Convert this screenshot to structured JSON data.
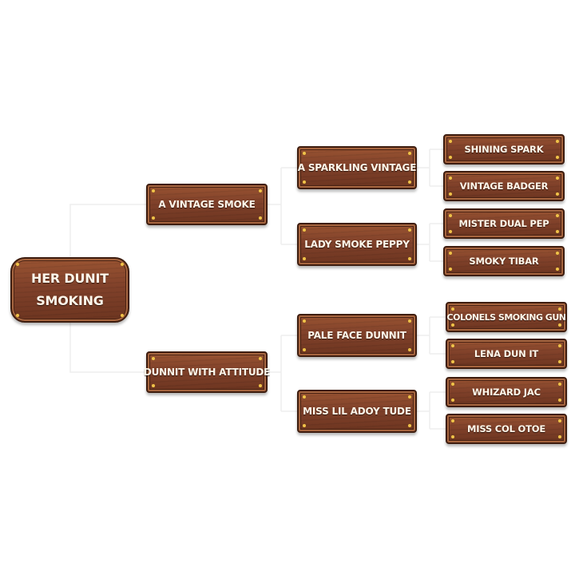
{
  "pedigree": {
    "subject": "HER DUNIT SMOKING",
    "sire": {
      "name": "A VINTAGE SMOKE",
      "sire": {
        "name": "A SPARKLING VINTAGE",
        "sire": "SHINING SPARK",
        "dam": "VINTAGE BADGER"
      },
      "dam": {
        "name": "LADY SMOKE PEPPY",
        "sire": "MISTER DUAL PEP",
        "dam": "SMOKY TIBAR"
      }
    },
    "dam": {
      "name": "DUNNIT WITH ATTITUDE",
      "sire": {
        "name": "PALE  FACE DUNNIT",
        "sire": "COLONELS SMOKING GUN",
        "dam": "LENA DUN IT"
      },
      "dam": {
        "name": "MISS LIL ADOY TUDE",
        "sire": "WHIZARD JAC",
        "dam": "MISS COL OTOE"
      }
    }
  },
  "colors": {
    "wood": "#80412a",
    "wood_dark": "#3e1d0f",
    "nail": "#f1c24a",
    "text": "#fff7ea",
    "connector": "#eeeeee"
  }
}
